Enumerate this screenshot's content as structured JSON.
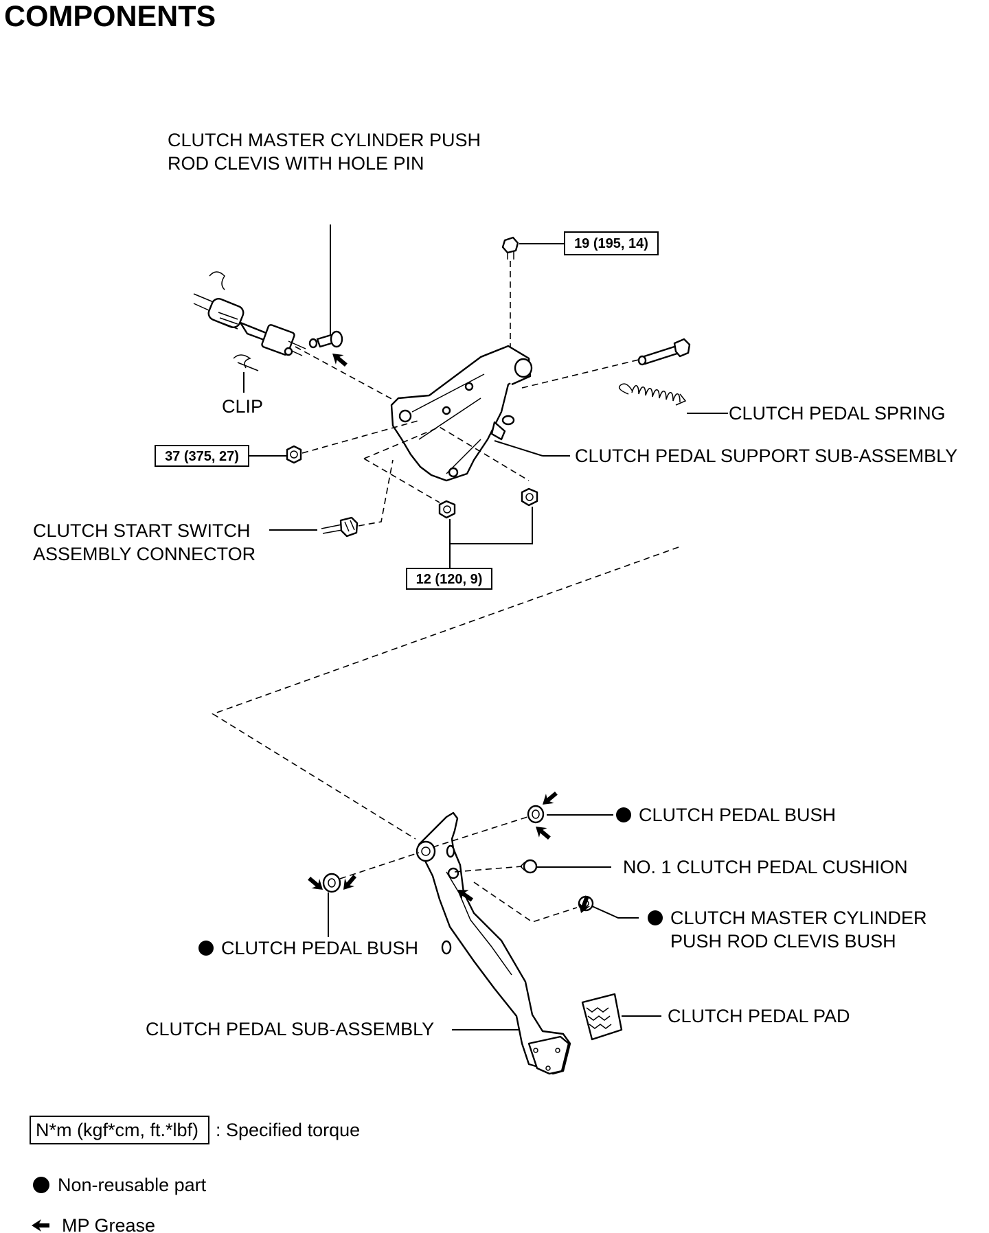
{
  "title": "COMPONENTS",
  "labels": {
    "push_rod_pin_l1": "CLUTCH MASTER CYLINDER PUSH",
    "push_rod_pin_l2": "ROD CLEVIS WITH HOLE PIN",
    "clip": "CLIP",
    "pedal_spring": "CLUTCH PEDAL SPRING",
    "support": "CLUTCH PEDAL SUPPORT SUB-ASSEMBLY",
    "switch_l1": "CLUTCH START SWITCH",
    "switch_l2": "ASSEMBLY CONNECTOR",
    "pedal_bush_right": "CLUTCH PEDAL BUSH",
    "cushion": "NO. 1 CLUTCH PEDAL CUSHION",
    "clevis_bush_l1": "CLUTCH MASTER CYLINDER",
    "clevis_bush_l2": "PUSH ROD CLEVIS BUSH",
    "pedal_bush_left": "CLUTCH PEDAL BUSH",
    "pedal_sub": "CLUTCH PEDAL SUB-ASSEMBLY",
    "pedal_pad": "CLUTCH PEDAL PAD"
  },
  "torques": {
    "t19": "19 (195, 14)",
    "t37": "37 (375, 27)",
    "t12": "12 (120, 9)"
  },
  "legend": {
    "torque_box": "N*m (kgf*cm, ft.*lbf)",
    "torque_text": ": Specified torque",
    "nonreusable_text": "Non-reusable part",
    "grease_text": "MP Grease"
  }
}
